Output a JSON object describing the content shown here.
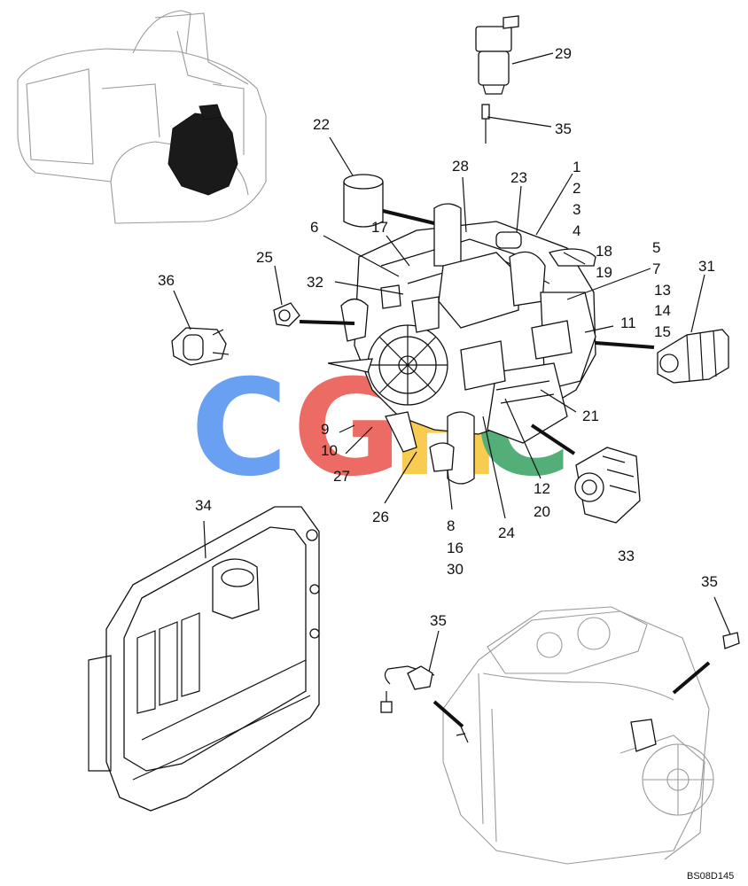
{
  "callouts": [
    {
      "id": "1",
      "text": "1"
    },
    {
      "id": "2",
      "text": "2"
    },
    {
      "id": "3",
      "text": "3"
    },
    {
      "id": "4",
      "text": "4"
    },
    {
      "id": "5",
      "text": "5"
    },
    {
      "id": "6",
      "text": "6"
    },
    {
      "id": "7",
      "text": "7"
    },
    {
      "id": "8",
      "text": "8"
    },
    {
      "id": "9",
      "text": "9"
    },
    {
      "id": "10",
      "text": "10"
    },
    {
      "id": "11",
      "text": "11"
    },
    {
      "id": "12",
      "text": "12"
    },
    {
      "id": "13",
      "text": "13"
    },
    {
      "id": "14",
      "text": "14"
    },
    {
      "id": "15",
      "text": "15"
    },
    {
      "id": "16",
      "text": "16"
    },
    {
      "id": "17",
      "text": "17"
    },
    {
      "id": "18",
      "text": "18"
    },
    {
      "id": "19",
      "text": "19"
    },
    {
      "id": "20",
      "text": "20"
    },
    {
      "id": "21",
      "text": "21"
    },
    {
      "id": "22",
      "text": "22"
    },
    {
      "id": "23",
      "text": "23"
    },
    {
      "id": "24",
      "text": "24"
    },
    {
      "id": "25",
      "text": "25"
    },
    {
      "id": "26",
      "text": "26"
    },
    {
      "id": "27",
      "text": "27"
    },
    {
      "id": "28",
      "text": "28"
    },
    {
      "id": "29",
      "text": "29"
    },
    {
      "id": "30",
      "text": "30"
    },
    {
      "id": "31",
      "text": "31"
    },
    {
      "id": "32",
      "text": "32"
    },
    {
      "id": "33",
      "text": "33"
    },
    {
      "id": "34",
      "text": "34"
    },
    {
      "id": "35a",
      "text": "35"
    },
    {
      "id": "35b",
      "text": "35"
    },
    {
      "id": "35c",
      "text": "35"
    },
    {
      "id": "36",
      "text": "36"
    }
  ],
  "drawing_code": "BS08D145",
  "watermark": {
    "letters": [
      "C",
      "G",
      "H",
      "C"
    ],
    "colors": [
      "#4a8cf0",
      "#e94b43",
      "#f7c22c",
      "#2e9d5b"
    ]
  }
}
